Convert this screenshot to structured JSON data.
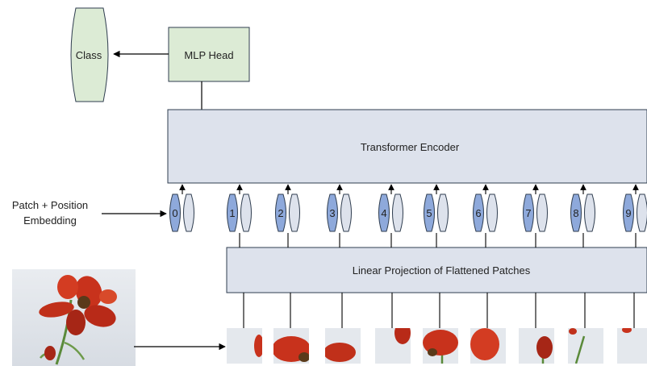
{
  "diagram": {
    "class_label": "Class",
    "mlp_head_label": "MLP Head",
    "encoder_label": "Transformer Encoder",
    "projection_label": "Linear Projection of Flattened Patches",
    "embedding_label_line1": "Patch + Position",
    "embedding_label_line2": "Embedding",
    "tokens": [
      "0",
      "1",
      "2",
      "3",
      "4",
      "5",
      "6",
      "7",
      "8",
      "9"
    ],
    "patches": [
      "patch-1",
      "patch-2",
      "patch-3",
      "patch-4",
      "patch-5",
      "patch-6",
      "patch-7",
      "patch-8",
      "patch-9"
    ]
  },
  "colors": {
    "class_fill": "#dcebd5",
    "mlp_fill": "#dcebd5",
    "encoder_fill": "#dde2ec",
    "token_position_fill": "#8ea9db",
    "token_patch_fill": "#dde2ec",
    "flower_red": "#c8321c",
    "stem_green": "#5a8a3a"
  }
}
